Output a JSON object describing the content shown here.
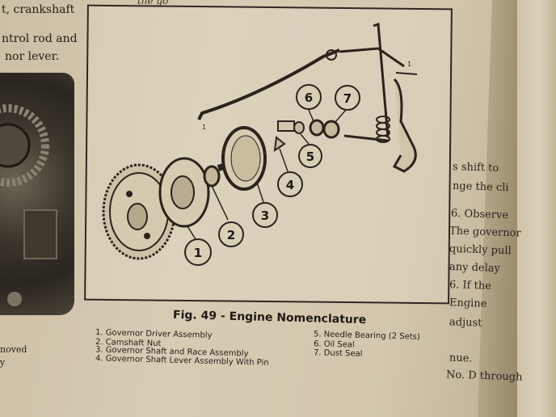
{
  "left_column": {
    "line1": "t, crankshaft",
    "line2": "ntrol rod and",
    "line3": "nor lever.",
    "bottom1": "noved",
    "bottom2": "y"
  },
  "top_partial": "the go",
  "right_column": [
    "s shift to",
    "nge the cli",
    "6. Observe",
    "The governor",
    "quickly pull",
    "any delay",
    "6. If the",
    "Engine",
    "adjust",
    "nue.",
    "No. D through"
  ],
  "figure": {
    "caption": "Fig. 49 - Engine Nomenclature",
    "callouts": [
      "1",
      "2",
      "3",
      "4",
      "5",
      "6",
      "7"
    ],
    "rod_labels": [
      "1",
      "1"
    ]
  },
  "legend": [
    "1. Governor Driver Assembly",
    "2. Camshaft Nut",
    "3. Governor Shaft and Race Assembly",
    "4. Governor Shaft Lever Assembly With Pin",
    "5. Needle Bearing (2 Sets)",
    "6. Oil Seal",
    "7. Dust Seal"
  ]
}
